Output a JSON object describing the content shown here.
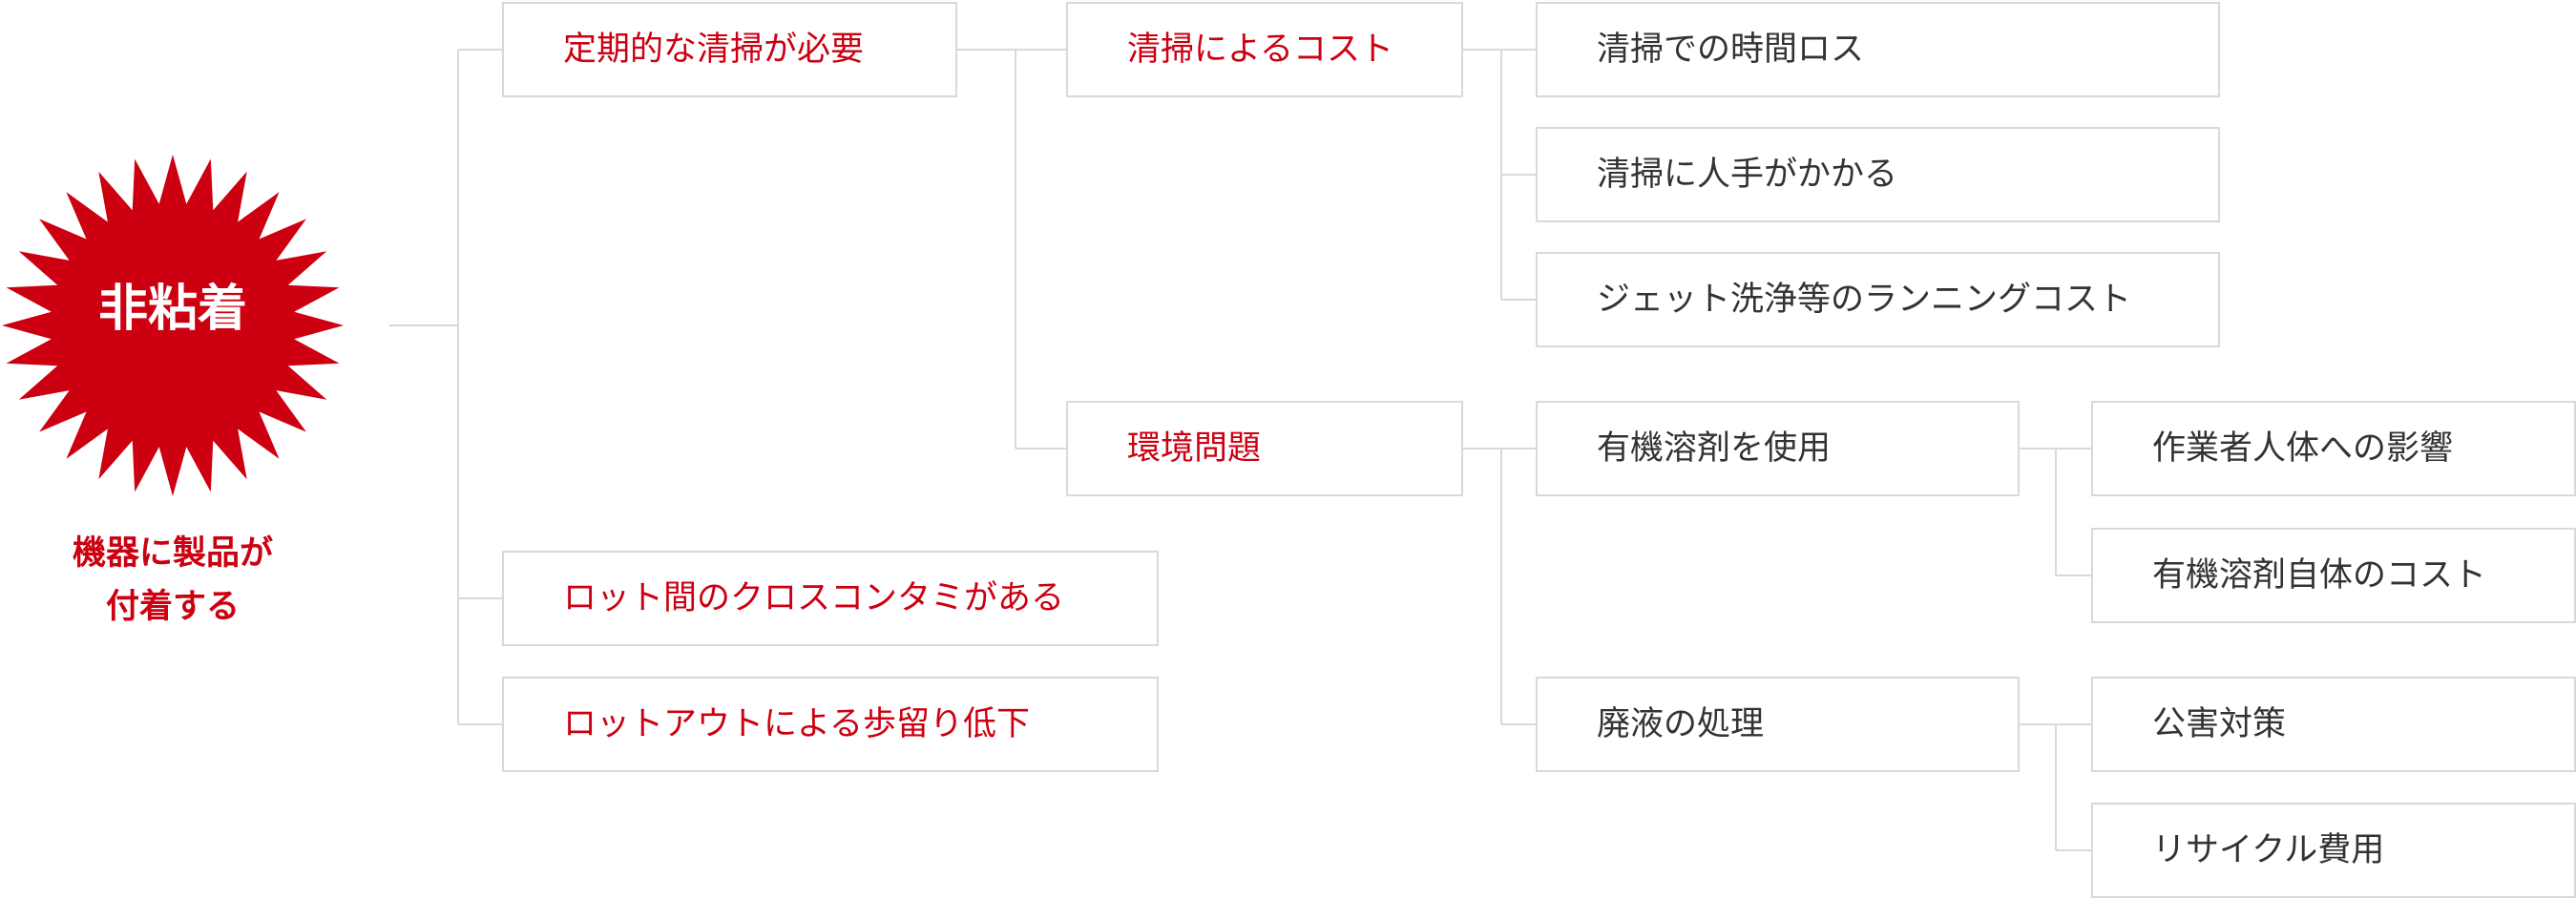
{
  "root": {
    "label": "非粘着",
    "caption_line1": "機器に製品が",
    "caption_line2": "付着する",
    "burst_color": "#cc0011"
  },
  "level1": {
    "cleaning_required": "定期的な清掃が必要",
    "cross_contamination": "ロット間のクロスコンタミがある",
    "lot_out": "ロットアウトによる歩留り低下"
  },
  "level2": {
    "cleaning_cost": "清掃によるコスト",
    "environmental": "環境問題"
  },
  "level3": {
    "time_loss": "清掃での時間ロス",
    "labor": "清掃に人手がかかる",
    "jet_cleaning": "ジェット洗浄等のランニングコスト",
    "organic_solvent": "有機溶剤を使用",
    "waste_liquid": "廃液の処理"
  },
  "level4": {
    "worker_health": "作業者人体への影響",
    "solvent_cost": "有機溶剤自体のコスト",
    "pollution": "公害対策",
    "recycling": "リサイクル費用"
  },
  "colors": {
    "accent": "#cc0011",
    "text": "#333333",
    "border": "#d9d9d9"
  }
}
